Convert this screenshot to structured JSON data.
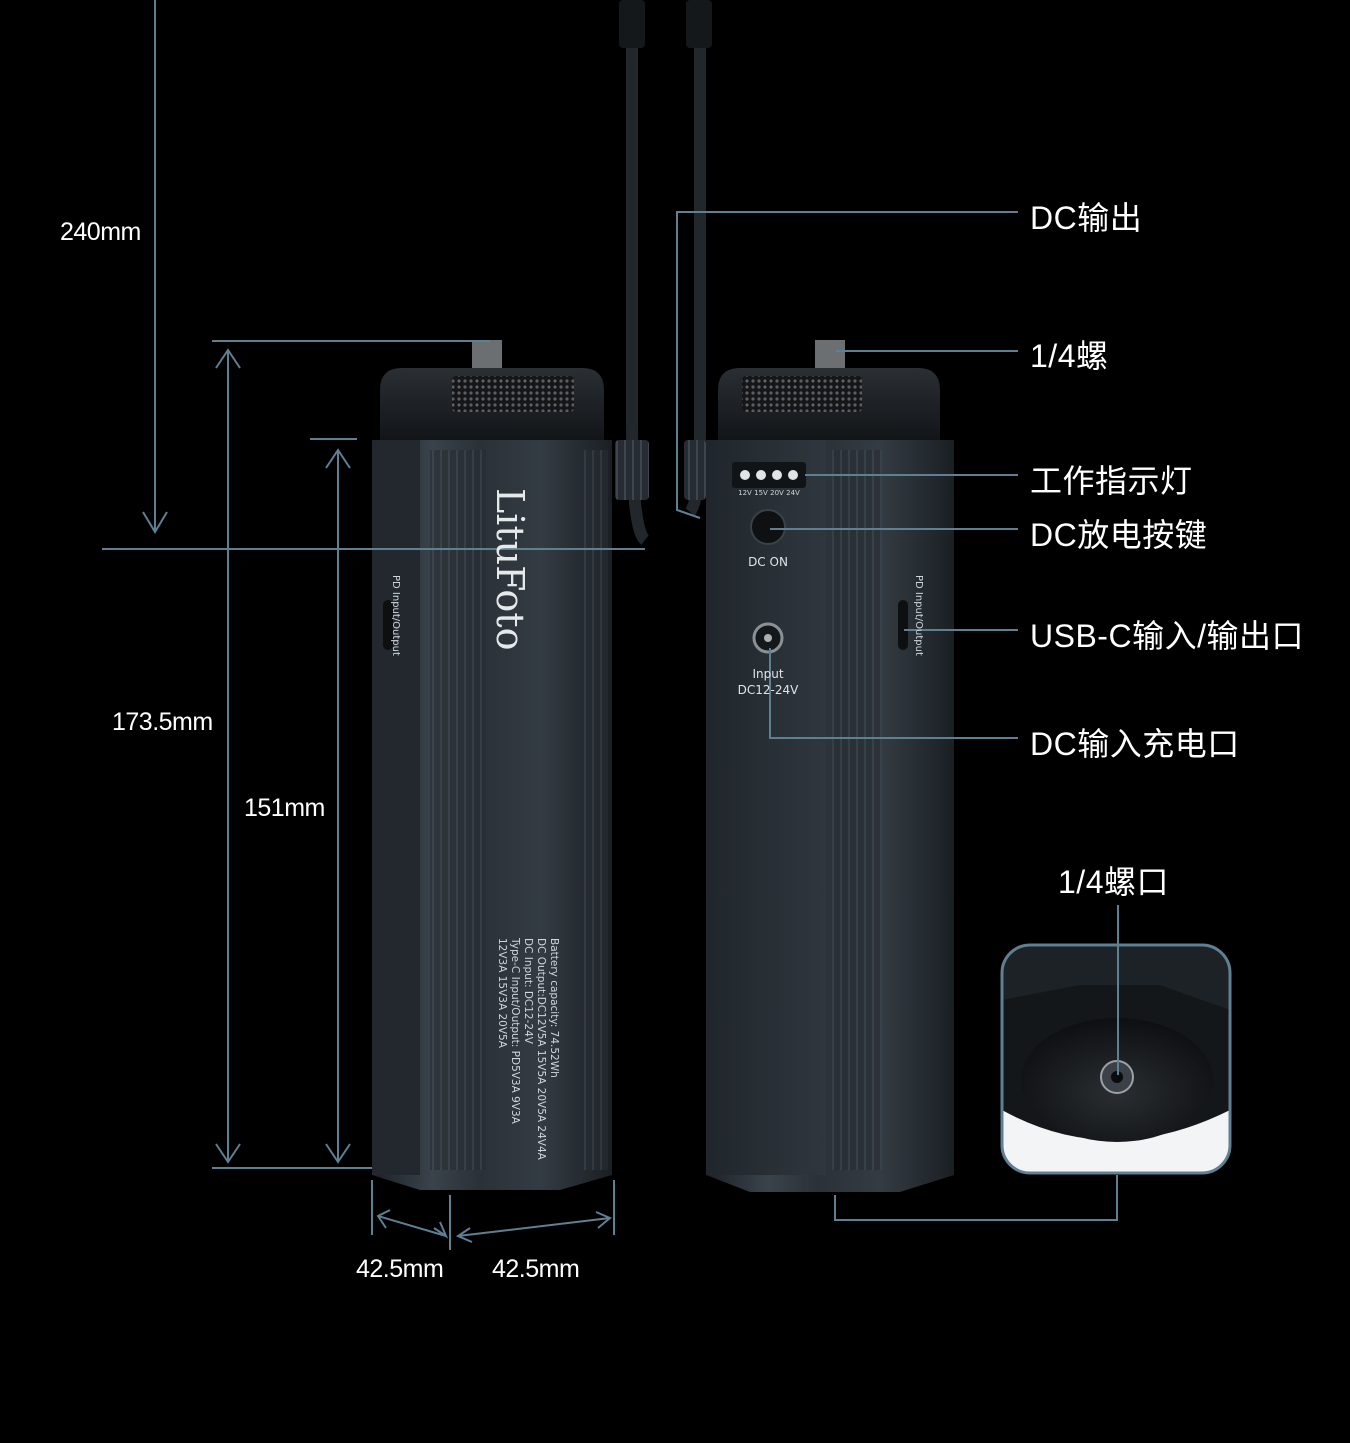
{
  "colors": {
    "background": "#000000",
    "dimension_line": "#5f7f93",
    "battery_body": "#2b3238",
    "battery_dark": "#1a1e22",
    "label_text": "#ffffff"
  },
  "dimensions": {
    "total_height": "240mm",
    "body_with_screw": "173.5mm",
    "body_height": "151mm",
    "width_a": "42.5mm",
    "width_b": "42.5mm"
  },
  "callouts": {
    "dc_output": "DC输出",
    "quarter_screw": "1/4螺",
    "work_indicator": "工作指示灯",
    "dc_discharge_button": "DC放电按键",
    "usbc_port": "USB-C输入/输出口",
    "dc_input_port": "DC输入充电口",
    "quarter_screw_hole": "1/4螺口"
  },
  "left_battery": {
    "brand": "LituFoto",
    "side_port_label": "PD Input/Output",
    "spec_lines": [
      "Battery capacity: 74.52Wh",
      "DC Output:DC12V5A 15V5A 20V5A 24V4A",
      "DC Input: DC12-24V",
      "Type-C Input/Output: PD5V3A 9V3A",
      "12V3A 15V3A 20V5A"
    ]
  },
  "right_battery": {
    "indicator_labels": [
      "12V",
      "15V",
      "20V",
      "24V"
    ],
    "button_label": "DC ON",
    "input_label_1": "Input",
    "input_label_2": "DC12-24V",
    "side_port_label": "PD Input/Output"
  }
}
